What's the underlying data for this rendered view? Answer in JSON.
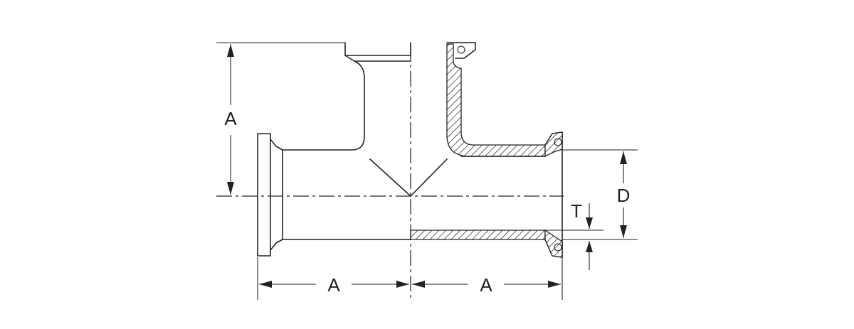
{
  "labels": {
    "dim_a_vertical": "A",
    "dim_a_left": "A",
    "dim_a_right": "A",
    "dim_d": "D",
    "dim_t": "T"
  }
}
